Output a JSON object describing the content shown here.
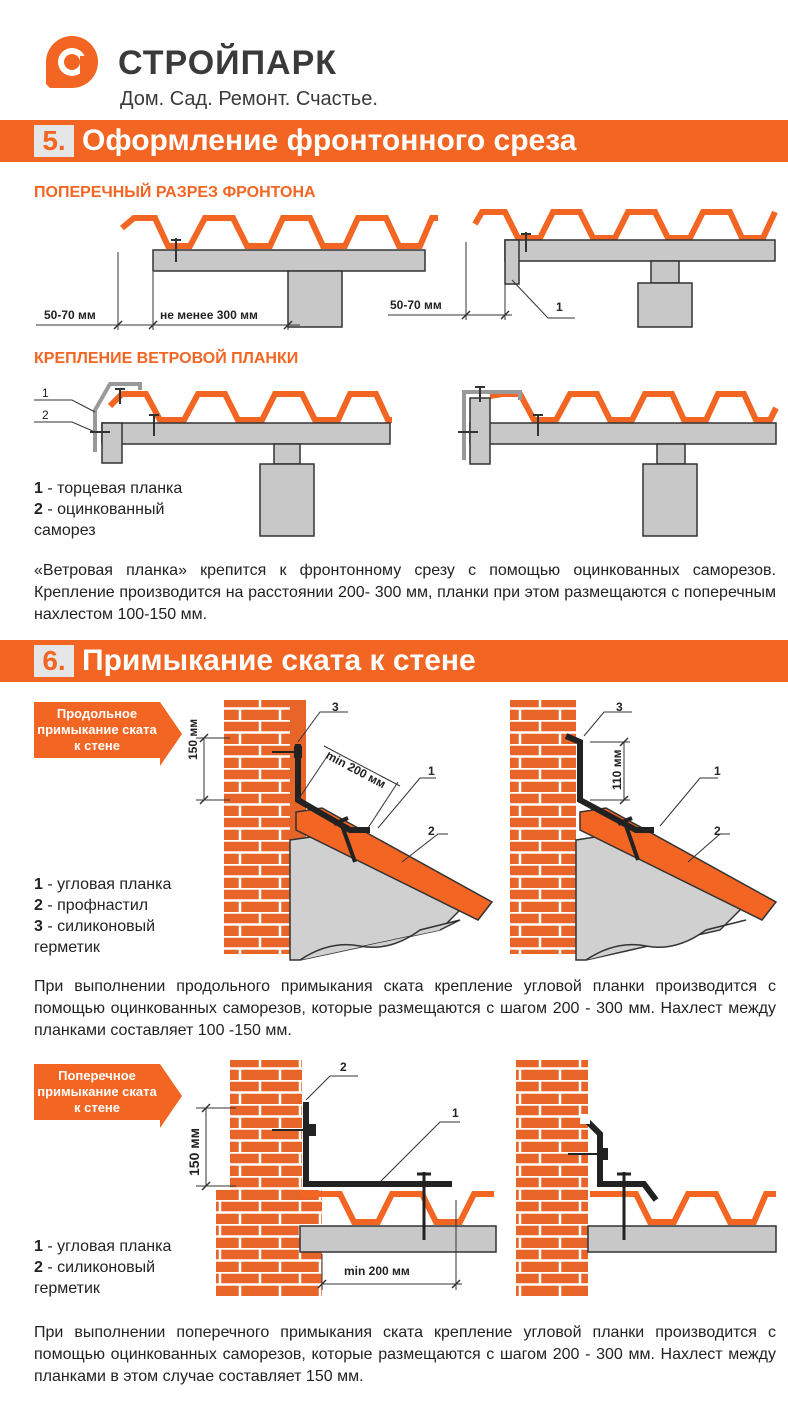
{
  "brand": {
    "name": "СТРОЙПАРК",
    "slogan": "Дом. Сад. Ремонт. Счастье."
  },
  "section5": {
    "number": "5.",
    "title": "Оформление фронтонного среза",
    "cross_section": {
      "heading": "ПОПЕРЕЧНЫЙ РАЗРЕЗ ФРОНТОНА",
      "dim_overhang_left": "50-70 мм",
      "dim_min_300": "не менее 300 мм",
      "dim_overhang_right": "50-70 мм",
      "callout_1": "1"
    },
    "wind_board": {
      "heading": "КРЕПЛЕНИЕ ВЕТРОВОЙ ПЛАНКИ",
      "callout_1": "1",
      "callout_2": "2",
      "legend": [
        {
          "num": "1",
          "text": "- торцевая планка"
        },
        {
          "num": "2",
          "text": "- оцинкованный саморез"
        }
      ]
    },
    "paragraph": "«Ветровая планка» крепится к фронтонному срезу с помощью оцинкованных саморезов. Крепление производится на расстоянии 200- 300 мм, планки при этом размещаются с поперечным нахлестом 100-150 мм."
  },
  "section6": {
    "number": "6.",
    "title": "Примыкание ската к стене",
    "longitudinal": {
      "tag": "Продольное примыкание ската к стене",
      "dim_150": "150 мм",
      "dim_min_200": "min 200 мм",
      "dim_110": "110 мм",
      "callout_1": "1",
      "callout_2": "2",
      "callout_3": "3",
      "legend": [
        {
          "num": "1",
          "text": "- угловая планка"
        },
        {
          "num": "2",
          "text": "- профнастил"
        },
        {
          "num": "3",
          "text": "- силиконовый герметик"
        }
      ],
      "paragraph": "При выполнении продольного примыкания ската крепление угловой планки производится с помощью оцинкованных саморезов, которые размещаются с шагом 200 - 300 мм. Нахлест между планками составляет 100 -150 мм."
    },
    "transverse": {
      "tag": "Поперечное примыкание ската к стене",
      "dim_150": "150 мм",
      "dim_min_200": "min 200 мм",
      "callout_1": "1",
      "callout_2": "2",
      "legend": [
        {
          "num": "1",
          "text": "- угловая планка"
        },
        {
          "num": "2",
          "text": "- силиконовый герметик"
        }
      ],
      "paragraph": "При выполнении поперечного примыкания ската крепление угловой планки производится с помощью оцинкованных саморезов, которые размещаются с шагом 200 - 300 мм. Нахлест между планками в этом случае составляет 150 мм."
    }
  },
  "colors": {
    "accent": "#f26522",
    "concrete": "#c8c8c8",
    "brick": "#e8652a",
    "text": "#222222"
  }
}
